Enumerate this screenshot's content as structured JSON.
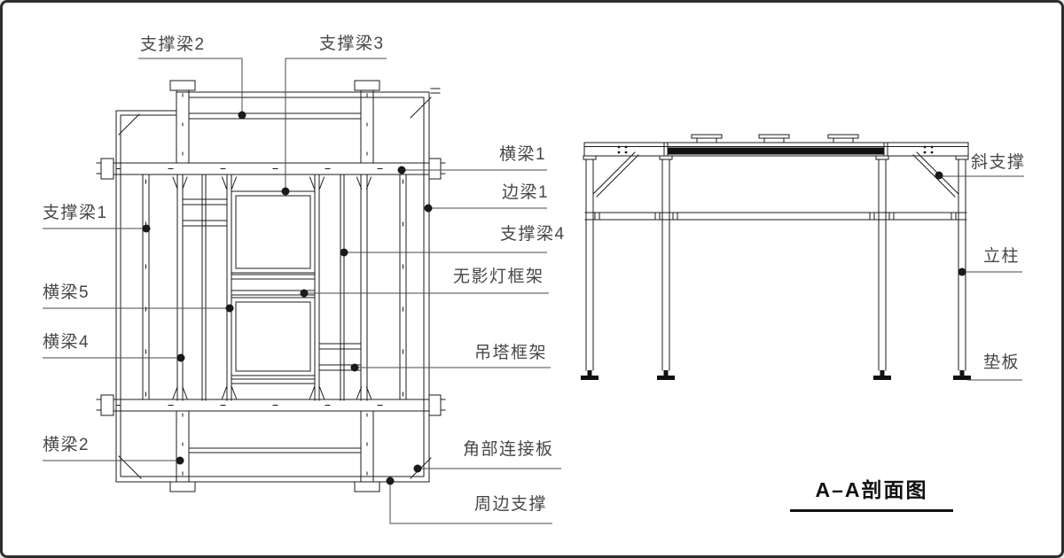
{
  "drawing_type": "engineering line drawing, plan view of ceiling support frame with A-A section view",
  "labels": {
    "support_beam_2": "支撑梁2",
    "support_beam_3": "支撑梁3",
    "cross_beam_1": "横梁1",
    "edge_beam_1": "边梁1",
    "support_beam_4": "支撑梁4",
    "shadowless_lamp_frame": "无影灯框架",
    "pendant_frame": "吊塔框架",
    "corner_connection_plate": "角部连接板",
    "perimeter_support": "周边支撑",
    "support_beam_1": "支撑梁1",
    "cross_beam_5": "横梁5",
    "cross_beam_4": "横梁4",
    "cross_beam_2": "横梁2",
    "diagonal_brace": "斜支撑",
    "column": "立柱",
    "base_plate": "垫板"
  },
  "section_title": "A–A剖面图",
  "colors": {
    "background": "#ffffff",
    "border": "#2e2e2e",
    "linework": "#1b1b1b",
    "leader_line": "#4a4a4a",
    "label_text": "#474747",
    "title_text": "#111111"
  }
}
